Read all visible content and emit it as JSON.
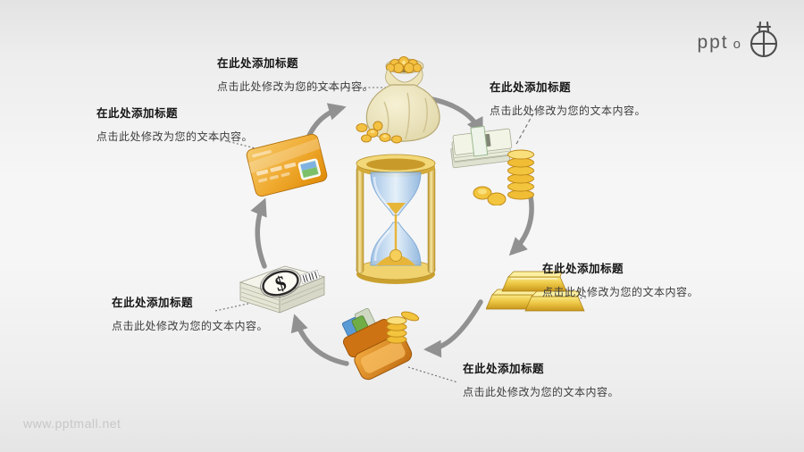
{
  "slide": {
    "background_top": "#e3e3e3",
    "background_middle": "#f6f6f6",
    "background_bottom": "#e5e5e5"
  },
  "logo": {
    "wordmark": "ppt",
    "ring": "o"
  },
  "watermark": {
    "text": "www.pptmall.net"
  },
  "diagram": {
    "type": "circular-cycle",
    "direction": "clockwise",
    "arrow_color": "#8c8c8c",
    "gold_color": "#eec23f",
    "center": {
      "icon": "hourglass-icon"
    },
    "nodes": [
      {
        "id": "money-bag",
        "icon": "money-bag-icon"
      },
      {
        "id": "cash-and-coins",
        "icon": "cash-coins-icon"
      },
      {
        "id": "gold-bars",
        "icon": "gold-bars-icon"
      },
      {
        "id": "wallet",
        "icon": "wallet-icon"
      },
      {
        "id": "dollar-stack",
        "icon": "dollar-stack-icon"
      },
      {
        "id": "credit-card",
        "icon": "credit-card-icon"
      }
    ]
  },
  "icons": {
    "dollar_sign": "$"
  },
  "labels": [
    {
      "for": "money-bag",
      "title": "在此处添加标题",
      "body": "点击此处修改为您的文本内容。"
    },
    {
      "for": "cash-and-coins",
      "title": "在此处添加标题",
      "body": "点击此处修改为您的文本内容。"
    },
    {
      "for": "credit-card",
      "title": "在此处添加标题",
      "body": "点击此处修改为您的文本内容。"
    },
    {
      "for": "gold-bars",
      "title": "在此处添加标题",
      "body": "点击此处修改为您的文本内容。"
    },
    {
      "for": "dollar-stack",
      "title": "在此处添加标题",
      "body": "点击此处修改为您的文本内容。"
    },
    {
      "for": "wallet",
      "title": "在此处添加标题",
      "body": "点击此处修改为您的文本内容。"
    }
  ]
}
